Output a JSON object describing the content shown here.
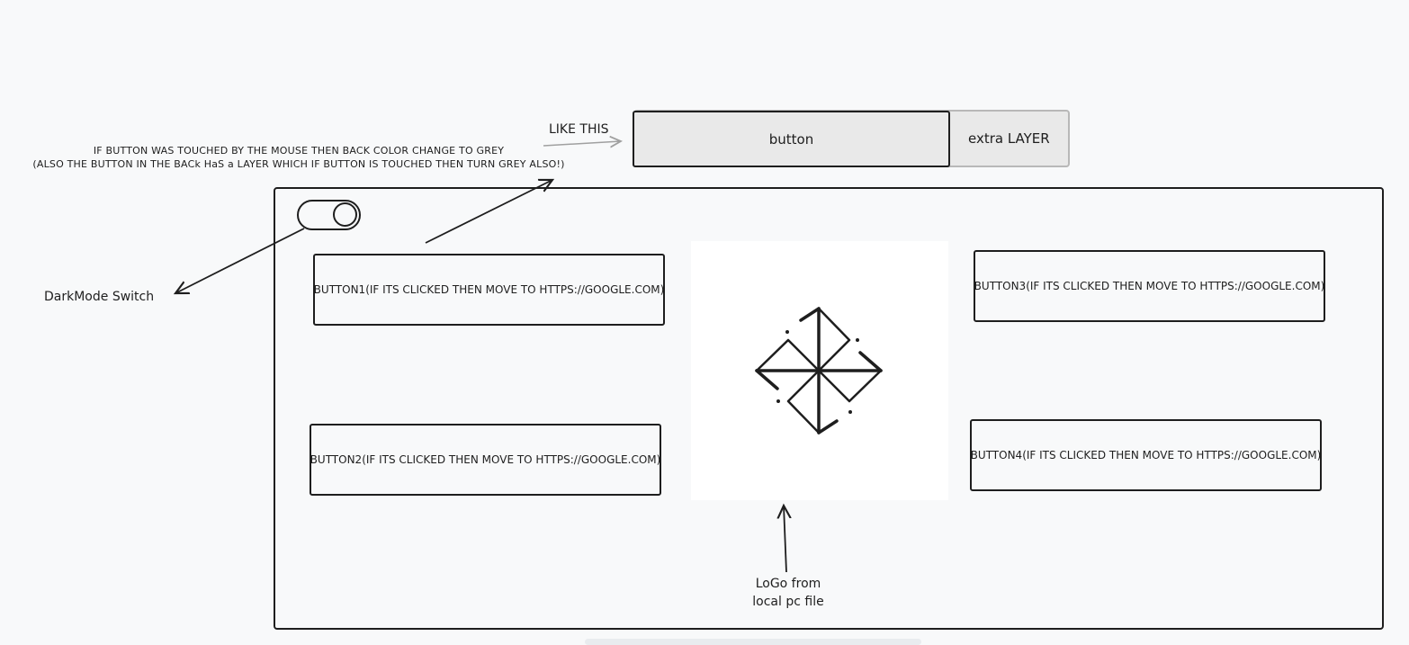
{
  "hover_note": {
    "line1": "IF BUTTON WAS TOUCHED BY THE MOUSE THEN BACK COLOR CHANGE TO GREY",
    "line2": "(ALSO THE BUTTON IN THE BACk HaS a LAYER WHICH IF BUTTON IS TOUCHED THEN TURN GREY ALSO!)"
  },
  "like_this_label": "LIKE THIS",
  "example": {
    "button_label": "button",
    "layer_label": "extra LAYER"
  },
  "dark_mode_label": "DarkMode Switch",
  "buttons": {
    "b1": "BUTTON1(IF ITS CLICKED THEN MOVE TO HTTPS://GOOGLE.COM)",
    "b2": "BUTTON2(IF ITS CLICKED THEN MOVE TO HTTPS://GOOGLE.COM)",
    "b3": "BUTTON3(IF ITS CLICKED THEN MOVE TO HTTPS://GOOGLE.COM)",
    "b4": "BUTTON4(IF ITS CLICKED THEN MOVE TO HTTPS://GOOGLE.COM)"
  },
  "logo_caption": {
    "line1": "LoGo from",
    "line2": "local pc file"
  },
  "colors": {
    "stroke": "#1e1e1e",
    "hover_grey": "#e9e9e9",
    "layer_border": "#b8b8b8",
    "canvas_bg": "#f8f9fa"
  },
  "icons": {
    "logo": "pinwheel-logo-icon",
    "toggle": "toggle-switch-icon"
  }
}
